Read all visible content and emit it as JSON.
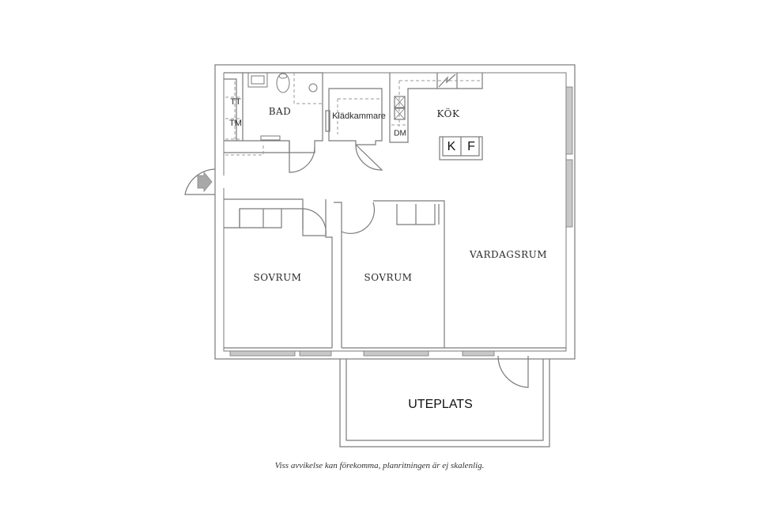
{
  "floorplan": {
    "rooms": {
      "bad": "BAD",
      "kladkammare": "Klädkammare",
      "kok": "KÖK",
      "sovrum_1": "SOVRUM",
      "sovrum_2": "SOVRUM",
      "vardagsrum": "VARDAGSRUM",
      "uteplats": "UTEPLATS"
    },
    "fixtures": {
      "tt": "TT",
      "tm": "TM",
      "dm": "DM",
      "k": "K",
      "f": "F"
    },
    "icons": {
      "entrance": "entrance-arrow-icon"
    },
    "colors": {
      "wall": "#7a7a7a",
      "wall_fill": "#ffffff",
      "window": "#c8c8c8",
      "dashed": "#9a9a9a",
      "arrow": "#a8a8a8",
      "text": "#2a2a2a"
    }
  },
  "footer": {
    "disclaimer": "Viss avvikelse kan förekomma, planritningen är ej skalenlig."
  }
}
